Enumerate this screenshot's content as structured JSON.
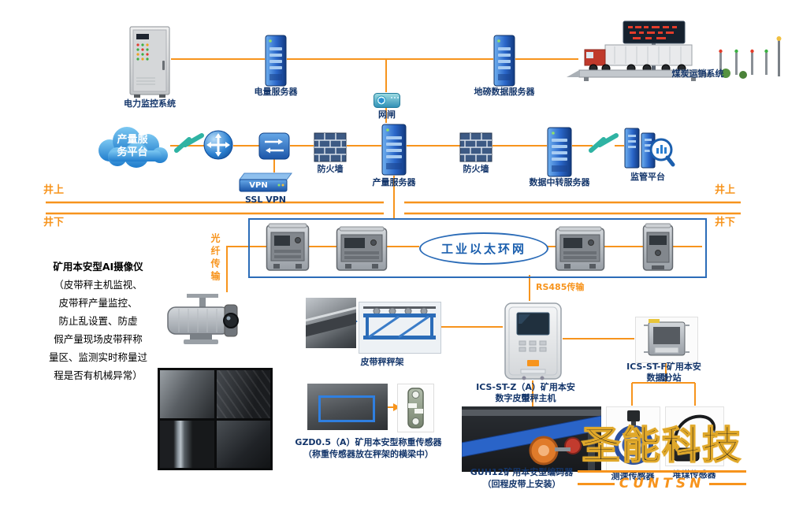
{
  "top": {
    "power_monitor": "电力监控系统",
    "power_server": "电量服务器",
    "gateway": "网闸",
    "weighbridge_server": "地磅数据服务器",
    "coal_sales": "煤炭运销系统",
    "cloud1": "产量服",
    "cloud2": "务平台",
    "firewall1": "防火墙",
    "production_server": "产量服务器",
    "firewall2": "防火墙",
    "relay_server": "数据中转服务器",
    "supervision": "监管平台",
    "vpn_text": "VPN",
    "vpn_label": "SSL VPN"
  },
  "zones": {
    "above_left": "井上",
    "below_left": "井下",
    "above_right": "井上",
    "below_right": "井下"
  },
  "ug": {
    "ring": "工业以太环网",
    "fiber": "光纤传输",
    "rs485": "RS485传输",
    "cam_title": "矿用本安型AI摄像仪",
    "cam_lines": [
      "（皮带秤主机监视、",
      "皮带秤产量监控、",
      "防止乱设置、防虚",
      "假产量现场皮带秤称",
      "量区、监测实时称量过",
      "程是否有机械异常）"
    ],
    "belt_frame": "皮带秤秤架",
    "host1": "ICS-ST-Z（A）矿用本安型",
    "host2": "数字皮带秤主机",
    "sub1": "ICS-ST-F矿用本安型",
    "sub2": "数据分站",
    "lc1": "GZD0.5（A）矿用本安型称重传感器",
    "lc2": "（称重传感器放在秤架的横梁中）",
    "enc1": "GUH12矿用本安型编码器",
    "enc2": "（回程皮带上安装）",
    "speed": "测速传感器",
    "pile": "堆煤传感器"
  },
  "wm": {
    "cn": "圣能科技",
    "en": "CUNTSN"
  },
  "colors": {
    "wire": "#F7941D",
    "blue": "#2b6cb8",
    "label": "#14366b"
  }
}
